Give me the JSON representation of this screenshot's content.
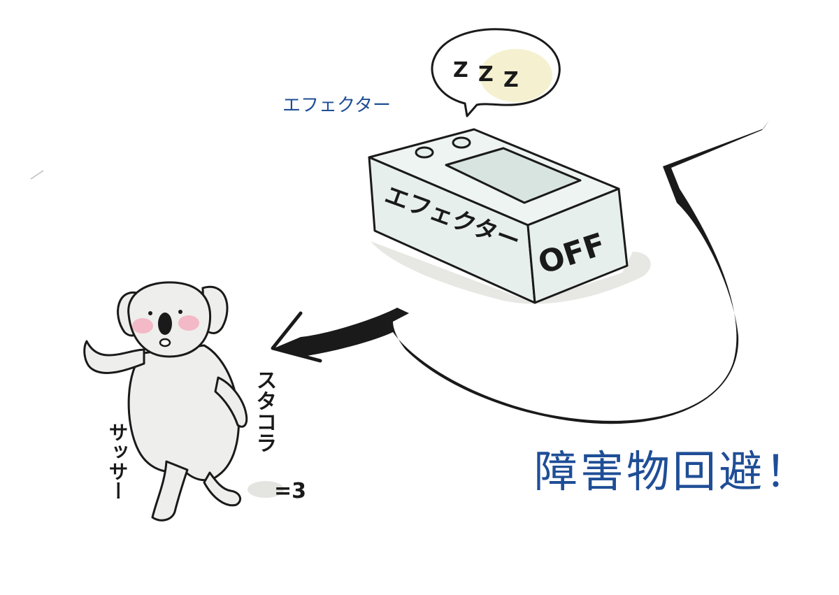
{
  "caption_label": "エフェクター",
  "headline": "障害物回避！",
  "effector_box": {
    "side_text": "エフェクター",
    "switch_text": "OFF"
  },
  "sleep_bubble": {
    "text": [
      "Z",
      "Z",
      "Z"
    ]
  },
  "sound_effects": {
    "vertical_right": "スタコラ",
    "vertical_left": "サッサー",
    "dash": "=3"
  },
  "colors": {
    "caption_blue": "#1f4e96",
    "box_fill": "#e6efec",
    "box_top": "#eef4f2",
    "shadow": "#e4e4e0",
    "cheek": "#f3b9c6",
    "koala_fill": "#eeeeec",
    "bubble_glow": "#f3efc8",
    "ink": "#1a1a1a"
  }
}
